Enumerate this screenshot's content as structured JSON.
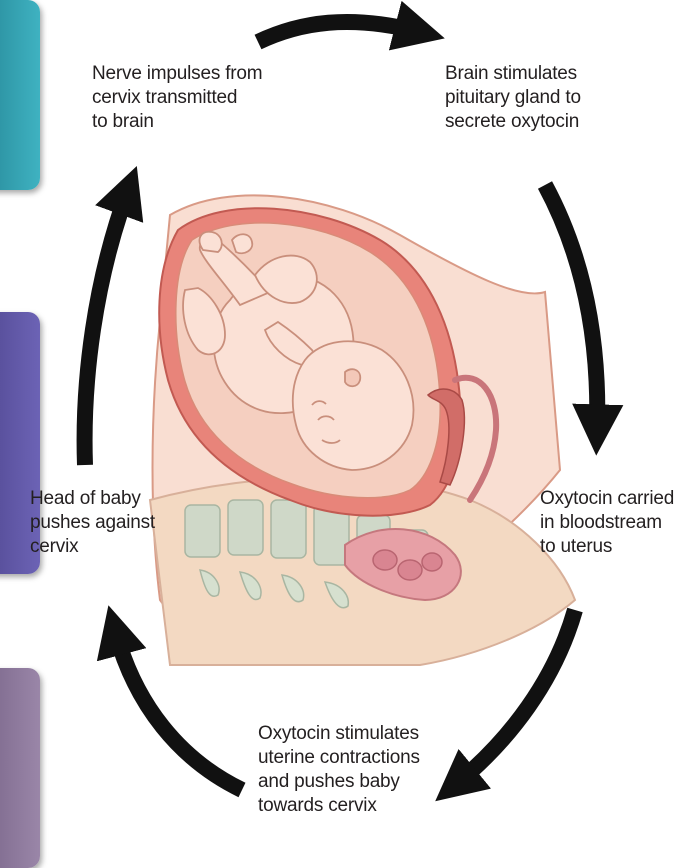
{
  "colors": {
    "tab_teal": "#3fb2c1",
    "tab_indigo": "#6c63b5",
    "tab_mauve": "#9a86a8",
    "arrow": "#111111",
    "skin": "#f7d4c4",
    "uterus": "#e8847a",
    "spine": "#cfd8c8"
  },
  "icons": [
    "cycle-arrow-icon",
    "fetus-illustration",
    "pregnant-cross-section-illustration"
  ],
  "labels": {
    "nerve": "Nerve impulses from\ncervix transmitted\nto brain",
    "brain": "Brain stimulates\npituitary gland to\nsecrete oxytocin",
    "oxytocin_blood": "Oxytocin carried\nin bloodstream\nto uterus",
    "uterine": "Oxytocin stimulates\nuterine contractions\nand pushes baby\ntowards cervix",
    "head": "Head of baby\npushes against\ncervix"
  }
}
